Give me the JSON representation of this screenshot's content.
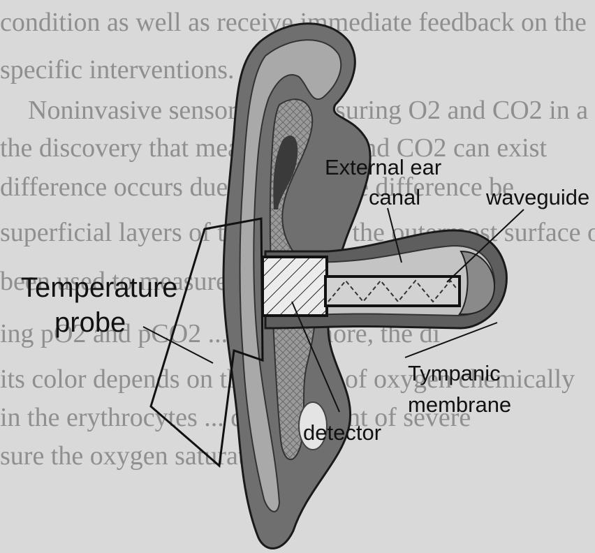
{
  "background_text": [
    "condition as well as receive immediate feedback on the",
    "specific interventions.",
    "Noninvasive sensors for measuring O2 and CO2 in a",
    "the discovery that measuring O2 and CO2 can exist",
    "difference occurs due to a pressure difference be",
    "superficial layers of the skin and the outermost surface of",
    "been used to measure ... noninvasively",
    "ing pO2 and pCO2 ... Furthermore, the di",
    "its color depends on the amount of oxygen chemically",
    "in the erythrocytes ... development of severe",
    "sure the oxygen saturation ..."
  ],
  "labels": {
    "temperature_probe": [
      "Temperature",
      "probe"
    ],
    "external_ear_canal": [
      "External ear",
      "canal"
    ],
    "waveguide": "waveguide",
    "tympanic_membrane": [
      "Tympanic",
      "membrane"
    ],
    "detector": "detector"
  },
  "colors": {
    "paper": "#d9d9d9",
    "bg_text": "#8f8f8f",
    "ear_outer": "#6f6f6f",
    "ear_mid": "#a9a9a9",
    "ear_light": "#c9c9c9",
    "ear_dark": "#4a4a4a",
    "ink": "#111111"
  }
}
